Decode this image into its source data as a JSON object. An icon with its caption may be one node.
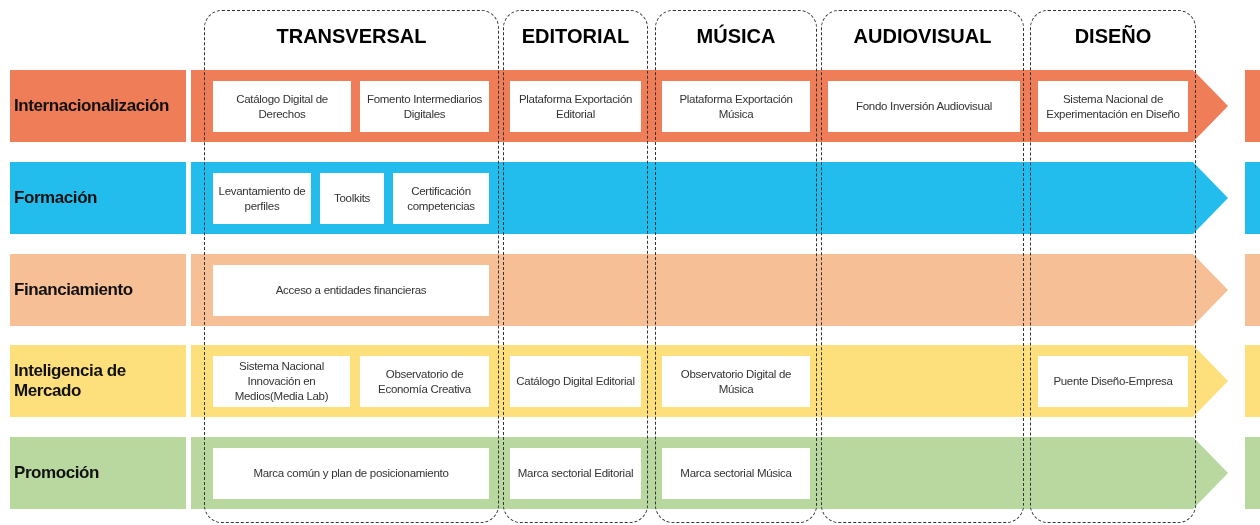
{
  "diagram": {
    "nodes": [
      {
        "text": [
          "TRANSVERSAL"
        ]
      },
      {
        "text": [
          "EDITORIAL"
        ]
      },
      {
        "text": [
          "MÚSICA"
        ]
      },
      {
        "text": [
          "AUDIOVISUAL"
        ]
      },
      {
        "text": [
          "DISEÑO"
        ]
      },
      {
        "text": [
          "Internacionalización"
        ]
      },
      {
        "text": [],
        "shape": "arrow"
      },
      {
        "text": [
          "Catálogo Digital de Derechos"
        ]
      },
      {
        "text": [
          "Fomento Intermediarios Digitales"
        ]
      },
      {
        "text": [
          "Plataforma Exportación Editorial"
        ]
      },
      {
        "text": [
          "Plataforma Exportación Música"
        ]
      },
      {
        "text": [
          "Fondo Inversión Audiovisual"
        ]
      },
      {
        "text": [
          "Sistema Nacional de Experimentación en Diseño"
        ]
      },
      {
        "text": [
          "Formación"
        ]
      },
      {
        "text": [],
        "shape": "arrow"
      },
      {
        "text": [
          "Levantamiento de perfiles"
        ]
      },
      {
        "text": [
          "Toolkits"
        ]
      },
      {
        "text": [
          "Certificación competencias"
        ]
      },
      {
        "text": [
          "Financiamiento"
        ]
      },
      {
        "text": [],
        "shape": "arrow"
      },
      {
        "text": [
          "Acceso a entidades financieras"
        ]
      },
      {
        "text": [
          "Inteligencia de Mercado"
        ]
      },
      {
        "text": [],
        "shape": "arrow"
      },
      {
        "text": [
          "Sistema Nacional Innovación en Medios(Media Lab)"
        ]
      },
      {
        "text": [
          "Observatorio de Economía Creativa"
        ]
      },
      {
        "text": [
          "Catálogo Digital Editorial"
        ]
      },
      {
        "text": [
          "Observatorio Digital de Música"
        ]
      },
      {
        "text": [
          "Puente Diseño-Empresa"
        ]
      },
      {
        "text": [
          "Promoción"
        ]
      },
      {
        "text": [],
        "shape": "arrow"
      },
      {
        "text": [
          "Marca común y plan de posicionamiento"
        ]
      },
      {
        "text": [
          "Marca sectorial Editorial"
        ]
      },
      {
        "text": [
          "Marca sectorial Música"
        ]
      }
    ],
    "edges": []
  }
}
